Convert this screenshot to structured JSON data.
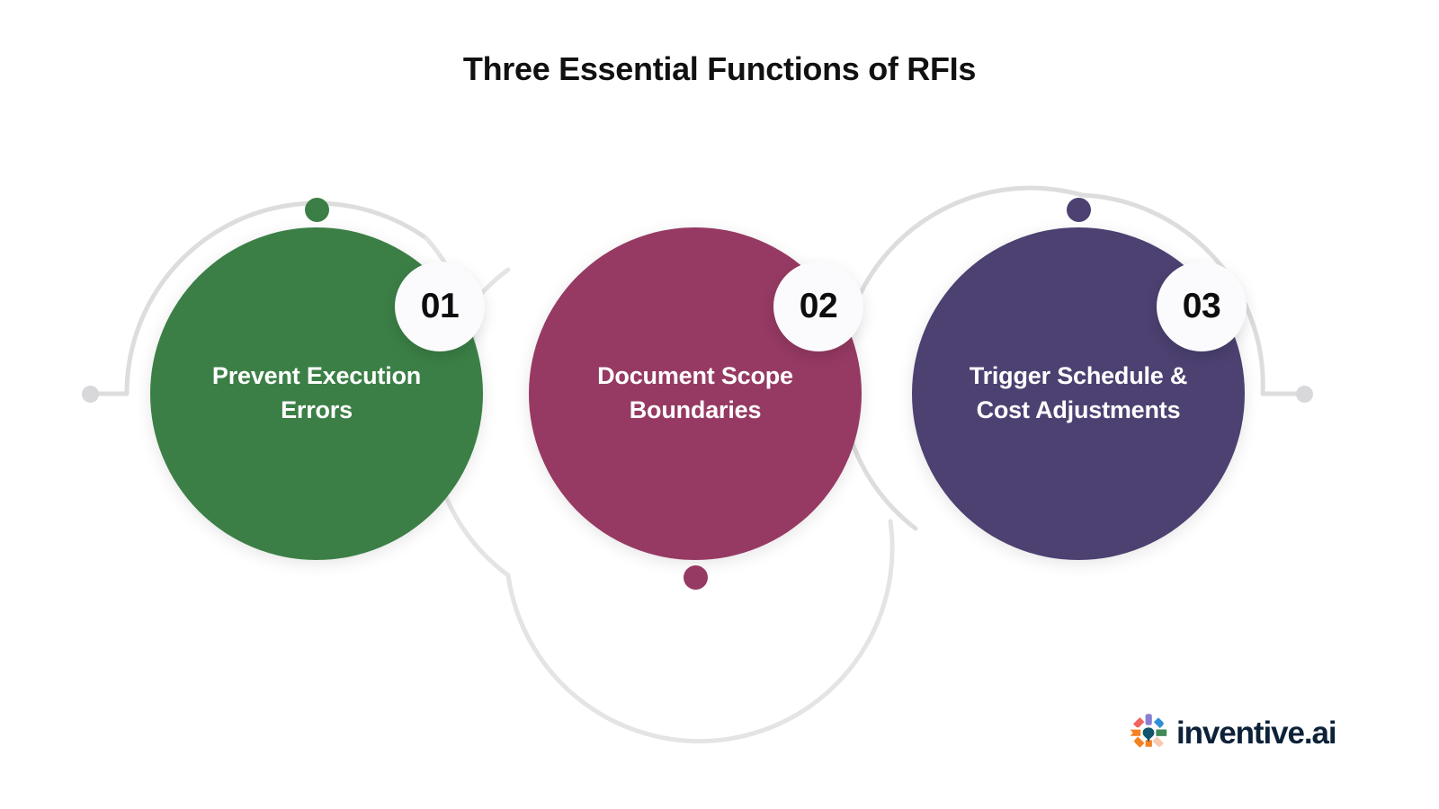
{
  "header": {
    "title": "Three Essential Functions of RFIs"
  },
  "diagram": {
    "type": "circular-process",
    "node_count": 3,
    "background_color": "#ffffff",
    "connector_color": "#dddddd",
    "endpoint_dot_color": "#d8d8da",
    "nodes": [
      {
        "number": "01",
        "label": "Prevent Execution\nErrors",
        "color": "#3B7F46",
        "ring_color": "#e2e2e4",
        "dot_position": "top"
      },
      {
        "number": "02",
        "label": "Document Scope\nBoundaries",
        "color": "#963A63",
        "ring_color": "#e2e2e4",
        "dot_position": "bottom"
      },
      {
        "number": "03",
        "label": "Trigger Schedule &\nCost Adjustments",
        "color": "#4C4171",
        "ring_color": "#e2e2e4",
        "dot_position": "top"
      }
    ]
  },
  "footer": {
    "logo_text": "inventive.ai",
    "logo_icon": "pinwheel-logo-icon",
    "logo_text_color": "#0d2239",
    "logo_colors": {
      "purple": "#8b7fd4",
      "blue": "#2e8fd8",
      "green": "#3e8a56",
      "peach": "#f8cbb0",
      "orange": "#f58220",
      "salmon": "#f2645e",
      "teal": "#10556b"
    }
  }
}
